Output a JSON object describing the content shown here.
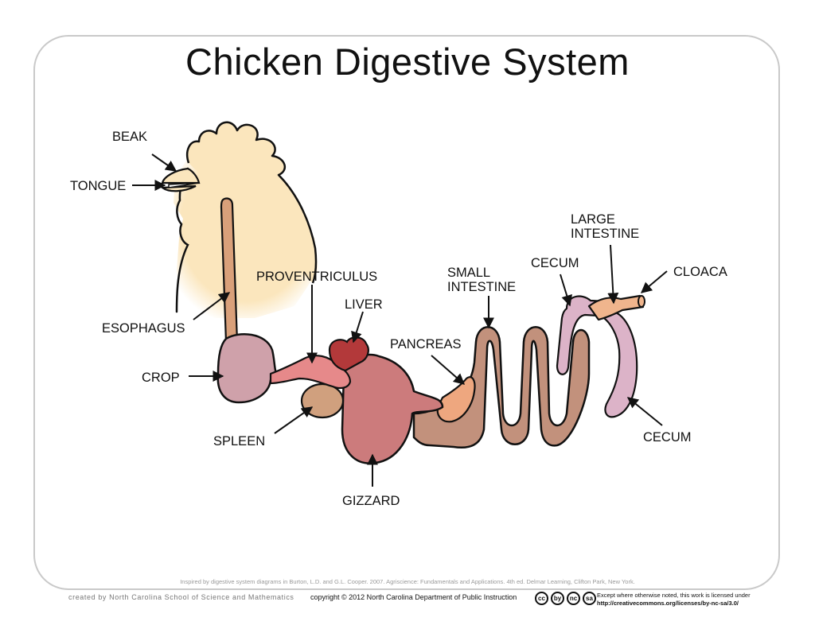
{
  "title": "Chicken Digestive System",
  "labels": {
    "beak": "BEAK",
    "tongue": "TONGUE",
    "esophagus": "ESOPHAGUS",
    "crop": "CROP",
    "proventriculus": "PROVENTRICULUS",
    "liver": "LIVER",
    "spleen": "SPLEEN",
    "gizzard": "GIZZARD",
    "pancreas": "PANCREAS",
    "small_intestine_1": "SMALL",
    "small_intestine_2": "INTESTINE",
    "cecum_top": "CECUM",
    "large_intestine_1": "LARGE",
    "large_intestine_2": "INTESTINE",
    "cloaca": "CLOACA",
    "cecum_bottom": "CECUM"
  },
  "footer": {
    "credit": "Inspired by digestive system diagrams in Burton, L.D. and G.L. Cooper. 2007. Agriscience: Fundamentals and Applications. 4th ed. Delmar Learning, Clifton Park, New York.",
    "created_by": "created by North Carolina School of Science and Mathematics",
    "copyright": "copyright © 2012  North Carolina Department of Public Instruction",
    "license_line1": "Except where otherwise noted, this work is licensed under",
    "license_url": "http://creativecommons.org/licenses/by-nc-sa/3.0/",
    "cc_icons": [
      "cc",
      "by",
      "nc",
      "sa"
    ]
  },
  "colors": {
    "head": "#fbe6bd",
    "esophagus": "#d9a07a",
    "crop": "#cfa1aa",
    "proventriculus": "#e6898a",
    "liver": "#b3393a",
    "spleen": "#d0a07e",
    "gizzard": "#cc7b7c",
    "pancreas": "#eea77f",
    "small_intestine": "#c2917c",
    "cecum": "#dcb3c8",
    "large_intestine": "#f0b58d"
  }
}
